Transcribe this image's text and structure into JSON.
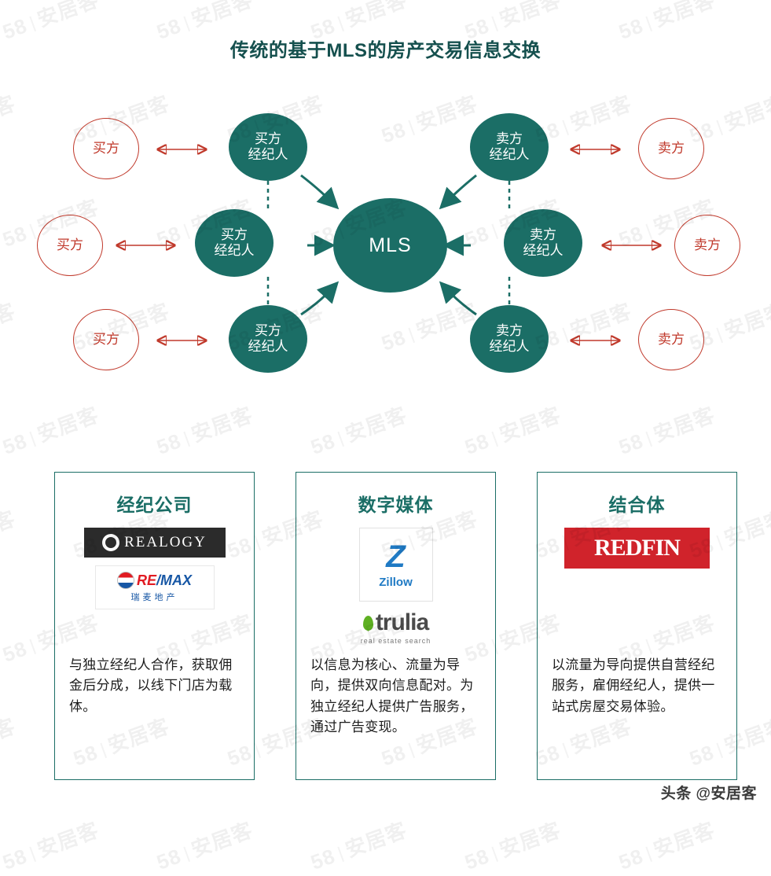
{
  "title": "传统的基于MLS的房产交易信息交换",
  "colors": {
    "teal": "#1b6e66",
    "red": "#c0392b",
    "title": "#15504e",
    "redfin": "#d0232b",
    "zillow": "#1f7ac4"
  },
  "diagram": {
    "center_label": "MLS",
    "buyers": [
      {
        "label": "买方"
      },
      {
        "label": "买方"
      },
      {
        "label": "买方"
      }
    ],
    "buyer_agents": [
      {
        "label": "买方\n经纪人"
      },
      {
        "label": "买方\n经纪人"
      },
      {
        "label": "买方\n经纪人"
      }
    ],
    "seller_agents": [
      {
        "label": "卖方\n经纪人"
      },
      {
        "label": "卖方\n经纪人"
      },
      {
        "label": "卖方\n经纪人"
      }
    ],
    "sellers": [
      {
        "label": "卖方"
      },
      {
        "label": "卖方"
      },
      {
        "label": "卖方"
      }
    ]
  },
  "cards": [
    {
      "title": "经纪公司",
      "logos": [
        "REALOGY",
        "RE/MAX"
      ],
      "logo_text": {
        "realogy": "REALOGY",
        "remax_re": "RE",
        "remax_slash": "/",
        "remax_max": "MAX",
        "remax_cn": "瑞麦地产"
      },
      "text": "与独立经纪人合作，获取佣金后分成，以线下门店为载体。"
    },
    {
      "title": "数字媒体",
      "logos": [
        "Zillow",
        "trulia"
      ],
      "logo_text": {
        "zillow_mark": "Z",
        "zillow_name": "Zillow",
        "trulia_name": "trulia",
        "trulia_sub": "real estate search"
      },
      "text": "以信息为核心、流量为导向，提供双向信息配对。为独立经纪人提供广告服务，通过广告变现。"
    },
    {
      "title": "结合体",
      "logos": [
        "REDFIN"
      ],
      "logo_text": {
        "redfin": "REDFIN"
      },
      "text": "以流量为导向提供自营经纪服务，雇佣经纪人，提供一站式房屋交易体验。"
    }
  ],
  "watermark": {
    "text": "58",
    "text2": "安居客"
  },
  "credit": "头条 @安居客"
}
